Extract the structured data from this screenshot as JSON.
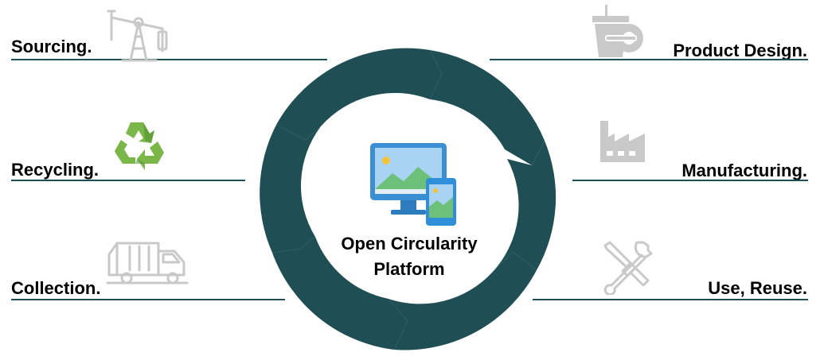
{
  "stages": {
    "sourcing": "Sourcing.",
    "recycling": "Recycling.",
    "collection": "Collection.",
    "product_design": "Product Design.",
    "manufacturing": "Manufacturing.",
    "use_reuse": "Use, Reuse."
  },
  "center": {
    "line1": "Open Circularity",
    "line2": "Platform"
  },
  "icons": {
    "sourcing": "oil-pump-icon",
    "recycling": "recycle-icon",
    "collection": "garbage-truck-icon",
    "product_design": "cup-gear-icon",
    "manufacturing": "factory-icon",
    "use_reuse": "wrench-screwdriver-icon",
    "center": "monitor-phone-icon"
  },
  "colors": {
    "cycle": "#1f4f54",
    "rule": "#1f4f54",
    "icon_gray": "#c9c9c9",
    "recycle_green": "#7ab648",
    "monitor_blue": "#2f8fd8",
    "screen_green": "#6cc07a"
  }
}
